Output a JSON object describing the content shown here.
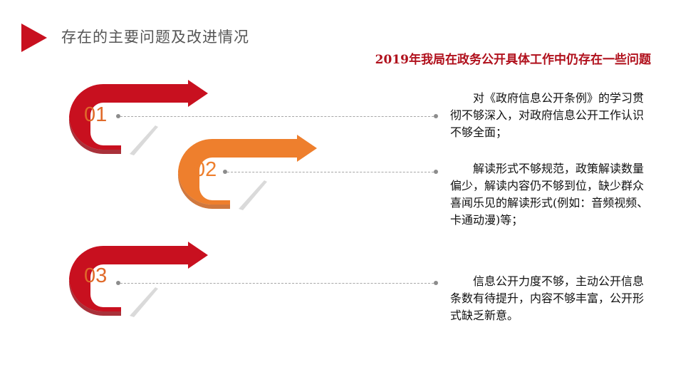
{
  "header": {
    "title": "存在的主要问题及改进情况"
  },
  "subtitle": "2019年我局在政务公开具体工作中仍存在一些问题",
  "items": [
    {
      "number": "01",
      "color": "#c8101f",
      "text": "对《政府信息公开条例》的学习贯彻不够深入，对政府信息公开工作认识不够全面；"
    },
    {
      "number": "02",
      "color": "#ee7f2d",
      "text": "解读形式不够规范，政策解读数量偏少，解读内容仍不够到位，缺少群众喜闻乐见的解读形式(例如：音频视频、卡通动漫)等；"
    },
    {
      "number": "03",
      "color": "#c8101f",
      "text": "信息公开力度不够，主动公开信息条数有待提升，内容不够丰富，公开形式缺乏新意。"
    }
  ],
  "colors": {
    "accent_red": "#c8101f",
    "accent_orange": "#ee7f2d",
    "number_red_text": "#e06a2a",
    "subtitle_red": "#b0101c"
  }
}
